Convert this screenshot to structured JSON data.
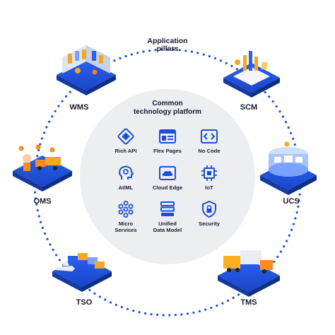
{
  "header": {
    "line1": "Application",
    "line2": "pillars"
  },
  "center": {
    "title_line1": "Common",
    "title_line2": "technology platform"
  },
  "pillars": {
    "wms": "WMS",
    "scm": "SCM",
    "oms": "OMS",
    "ucs": "UCS",
    "tso": "TSO",
    "tms": "TMS"
  },
  "features": [
    {
      "label": "Rich API",
      "icon": "rich-api-icon"
    },
    {
      "label": "Flex Pages",
      "icon": "flex-pages-icon"
    },
    {
      "label": "No Code",
      "icon": "no-code-icon"
    },
    {
      "label": "AI/ML",
      "icon": "ai-ml-icon"
    },
    {
      "label": "Cloud Edge",
      "icon": "cloud-edge-icon"
    },
    {
      "label": "IoT",
      "icon": "iot-icon"
    },
    {
      "label": "Micro\nServices",
      "icon": "micro-services-icon"
    },
    {
      "label": "Unified\nData Model",
      "icon": "unified-data-model-icon"
    },
    {
      "label": "Security",
      "icon": "security-icon"
    }
  ],
  "colors": {
    "brand_blue": "#1a4fd6",
    "dot_blue": "#1e4fd8",
    "center_bg": "#eceef2",
    "accent_orange": "#f5a623"
  }
}
